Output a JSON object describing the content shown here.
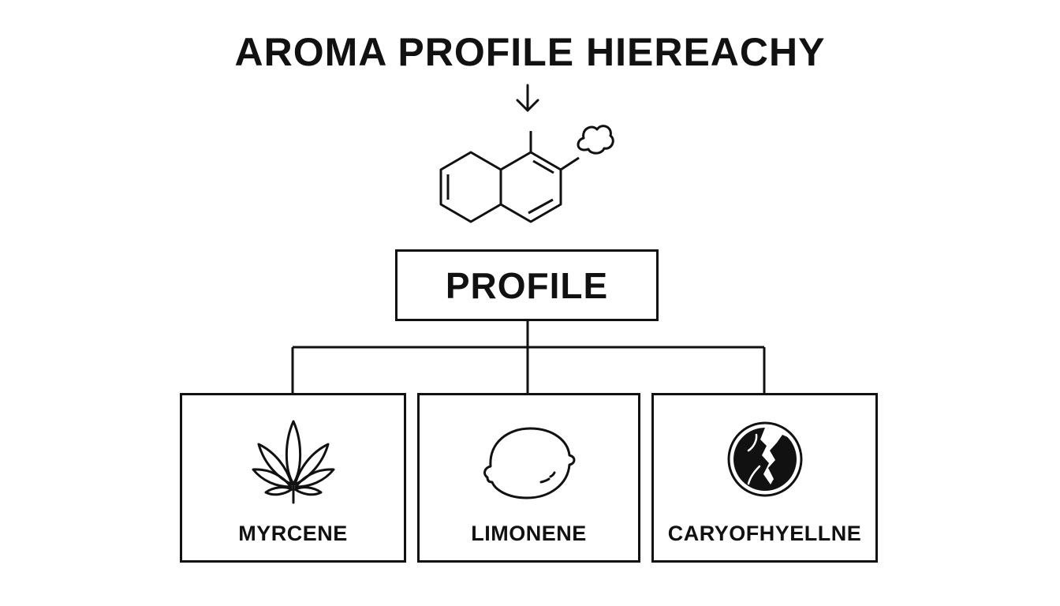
{
  "title": "AROMA PROFILE HIEREACHY",
  "root": {
    "label": "PROFILE"
  },
  "children": [
    {
      "label": "MYRCENE",
      "icon": "cannabis-leaf-icon"
    },
    {
      "label": "LIMONENE",
      "icon": "lemon-icon"
    },
    {
      "label": "CARYOFHYELLNE",
      "icon": "cracked-peppercorn-icon"
    }
  ],
  "header_icons": [
    "down-arrow-icon",
    "molecule-icon",
    "aroma-cloud-icon"
  ]
}
